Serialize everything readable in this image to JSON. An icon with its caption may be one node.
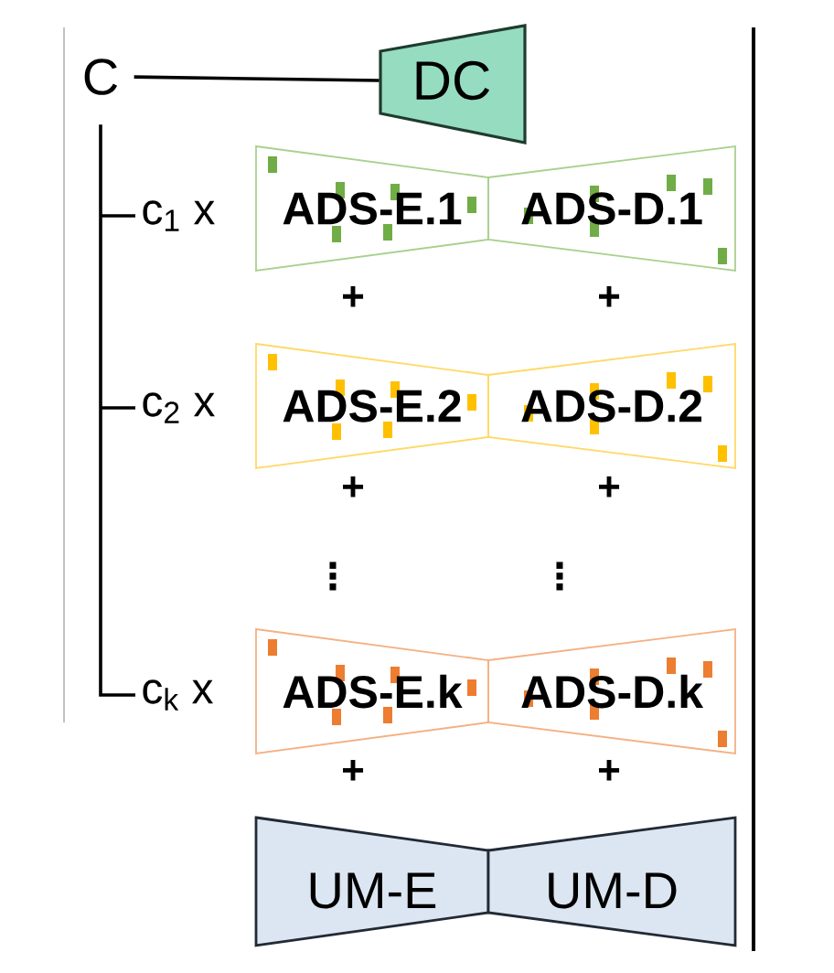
{
  "diagram": {
    "nodes": [
      {
        "text": [
          "C"
        ]
      },
      {
        "text": [
          "DC"
        ]
      },
      {
        "text": [
          "c$_{1}$ x"
        ]
      },
      {
        "text": [
          "ADS-E.1"
        ]
      },
      {
        "text": [
          "ADS-D.1"
        ]
      },
      {
        "text": [
          "c$_{2}$ x"
        ]
      },
      {
        "text": [
          "ADS-E.2"
        ]
      },
      {
        "text": [
          "ADS-D.2"
        ]
      },
      {
        "text": [
          "c$_{k}$ x"
        ]
      },
      {
        "text": [
          "ADS-E.k"
        ]
      },
      {
        "text": [
          "ADS-D.k"
        ]
      },
      {
        "text": [
          "UM-E"
        ]
      },
      {
        "text": [
          "UM-D"
        ]
      }
    ],
    "edges": [
      {
        "from": 0,
        "to": 1,
        "arrow": "none"
      },
      {
        "from": 0,
        "to": 2,
        "arrow": "none"
      },
      {
        "from": 0,
        "to": 5,
        "arrow": "none"
      },
      {
        "from": 0,
        "to": 8,
        "arrow": "none"
      }
    ],
    "labels": [
      "+",
      "+",
      "+",
      "+",
      "⋮",
      "⋮",
      "+",
      "+"
    ]
  }
}
